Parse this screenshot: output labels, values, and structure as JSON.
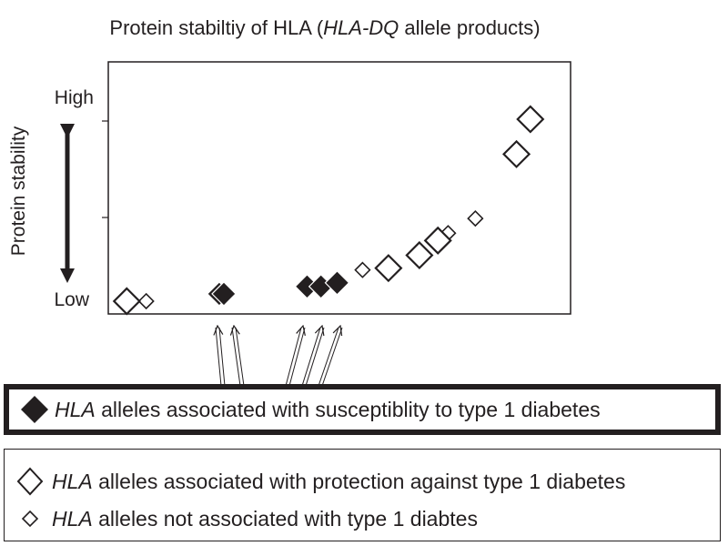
{
  "chart_data": {
    "type": "scatter",
    "title": "Protein stabiltiy of HLA (HLA-DQ allele products)",
    "title_parts": [
      {
        "text": "Protein stabiltiy of HLA (",
        "italic": false
      },
      {
        "text": "HLA-DQ",
        "italic": true
      },
      {
        "text": " allele products)",
        "italic": false
      }
    ],
    "ylabel": "Protein stability",
    "y_tick_labels": {
      "high": "High",
      "low": "Low"
    },
    "y_scale": "qualitative (Low to High)",
    "xlim": [
      0,
      1
    ],
    "ylim": [
      0,
      1
    ],
    "grid": false,
    "series": [
      {
        "name": "HLA alleles associated with susceptiblity to type 1 diabetes",
        "marker": "filled-diamond",
        "color": "#231f20",
        "points": [
          {
            "x": 0.24,
            "y": 0.05
          },
          {
            "x": 0.25,
            "y": 0.05
          },
          {
            "x": 0.43,
            "y": 0.09
          },
          {
            "x": 0.46,
            "y": 0.09
          },
          {
            "x": 0.495,
            "y": 0.11
          }
        ]
      },
      {
        "name": "HLA alleles associated with protection against type 1 diabetes",
        "marker": "open-diamond-large",
        "color": "#231f20",
        "points": [
          {
            "x": 0.04,
            "y": 0.01
          },
          {
            "x": 0.606,
            "y": 0.19
          },
          {
            "x": 0.673,
            "y": 0.26
          },
          {
            "x": 0.713,
            "y": 0.34
          },
          {
            "x": 0.883,
            "y": 0.81
          },
          {
            "x": 0.913,
            "y": 1.0
          }
        ]
      },
      {
        "name": "HLA alleles not associated with type 1 diabtes",
        "marker": "open-diamond-small",
        "color": "#231f20",
        "points": [
          {
            "x": 0.082,
            "y": 0.01
          },
          {
            "x": 0.55,
            "y": 0.18
          },
          {
            "x": 0.735,
            "y": 0.38
          },
          {
            "x": 0.794,
            "y": 0.46
          }
        ]
      }
    ],
    "annotation": "Arrows point from the susceptibility legend up to the filled diamonds"
  },
  "legend": {
    "items": [
      {
        "italic": "HLA",
        "text": " alleles associated with susceptiblity to type 1 diabetes"
      },
      {
        "italic": "HLA",
        "text": " alleles associated with protection against type 1 diabetes"
      },
      {
        "italic": "HLA",
        "text": " alleles not associated with type 1 diabtes"
      }
    ]
  }
}
